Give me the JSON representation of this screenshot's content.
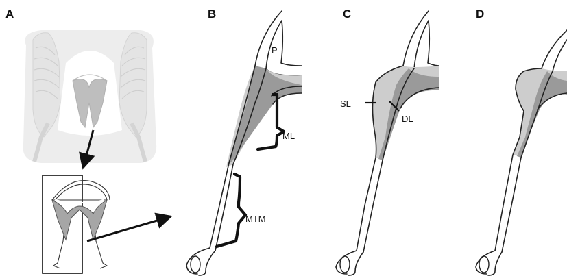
{
  "panels": {
    "a": {
      "letter": "A"
    },
    "b": {
      "letter": "B",
      "label_p": "P",
      "label_ml": "ML",
      "label_mtm": "MTM"
    },
    "c": {
      "letter": "C",
      "label_sl": "SL",
      "label_dl": "DL"
    },
    "d": {
      "letter": "D"
    }
  },
  "colors": {
    "outline": "#222222",
    "mid_grey_fill": "#9a9a9a",
    "light_grey_fill": "#cdcdcd",
    "background_ghost": "#ececec",
    "brace": "#111111"
  }
}
